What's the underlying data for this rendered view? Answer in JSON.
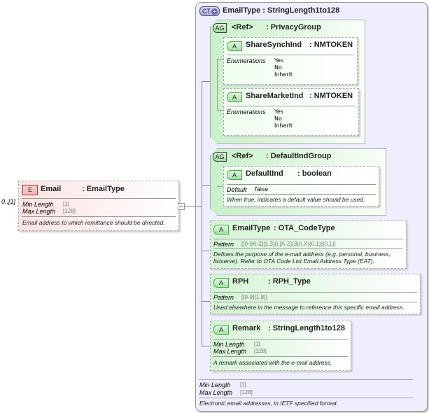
{
  "element": {
    "badge": "E",
    "name": "Email",
    "type": ": EmailType",
    "cardinality": "0..[1]",
    "facets": [
      {
        "label": "Min Length",
        "value": "[1]"
      },
      {
        "label": "Max Length",
        "value": "[128]"
      }
    ],
    "description": "Email address to which remittance should be directed."
  },
  "complex_type": {
    "badge": "CT",
    "title": "EmailType : StringLength1to128",
    "facets": [
      {
        "label": "Min Length",
        "value": "[1]"
      },
      {
        "label": "Max Length",
        "value": "[128]"
      }
    ],
    "description": "Electronic email addresses, in IETF specified format."
  },
  "attribute_groups": [
    {
      "badge": "AG",
      "ref": "<Ref>",
      "type": ": PrivacyGroup",
      "attributes": [
        {
          "badge": "A",
          "name": "ShareSynchInd",
          "type": ": NMTOKEN",
          "enum_label": "Enumerations",
          "enums": [
            "Yes",
            "No",
            "Inherit"
          ]
        },
        {
          "badge": "A",
          "name": "ShareMarketInd",
          "type": ": NMTOKEN",
          "enum_label": "Enumerations",
          "enums": [
            "Yes",
            "No",
            "Inherit"
          ]
        }
      ]
    },
    {
      "badge": "AG",
      "ref": "<Ref>",
      "type": ": DefaultIndGroup",
      "attributes": [
        {
          "badge": "A",
          "name": "DefaultInd",
          "type": ": boolean",
          "default_label": "Default",
          "default_value": "false",
          "description": "When true, indicates a default value should be used."
        }
      ]
    }
  ],
  "attributes": [
    {
      "badge": "A",
      "name": "EmailType",
      "type": ": OTA_CodeType",
      "pattern_label": "Pattern",
      "pattern": "[[0-9A-Z]{1,3}(\\.[A-Z]{3}(\\.X){0,1}){0,1}]",
      "description_lines": [
        "Defines the purpose of the e-mail address (e.g. personal, business,",
        "listserve). Refer to OTA Code List Email Address Type (EAT)."
      ]
    },
    {
      "badge": "A",
      "name": "RPH",
      "type": ": RPH_Type",
      "pattern_label": "Pattern",
      "pattern": "[[0-9]{1,8}]",
      "description": "Used elsewhere in the message to reference this specific email address."
    },
    {
      "badge": "A",
      "name": "Remark",
      "type": ": StringLength1to128",
      "facets": [
        {
          "label": "Min Length",
          "value": "[1]"
        },
        {
          "label": "Max Length",
          "value": "[128]"
        }
      ],
      "description": "A remark associated with the e-mail address."
    }
  ]
}
